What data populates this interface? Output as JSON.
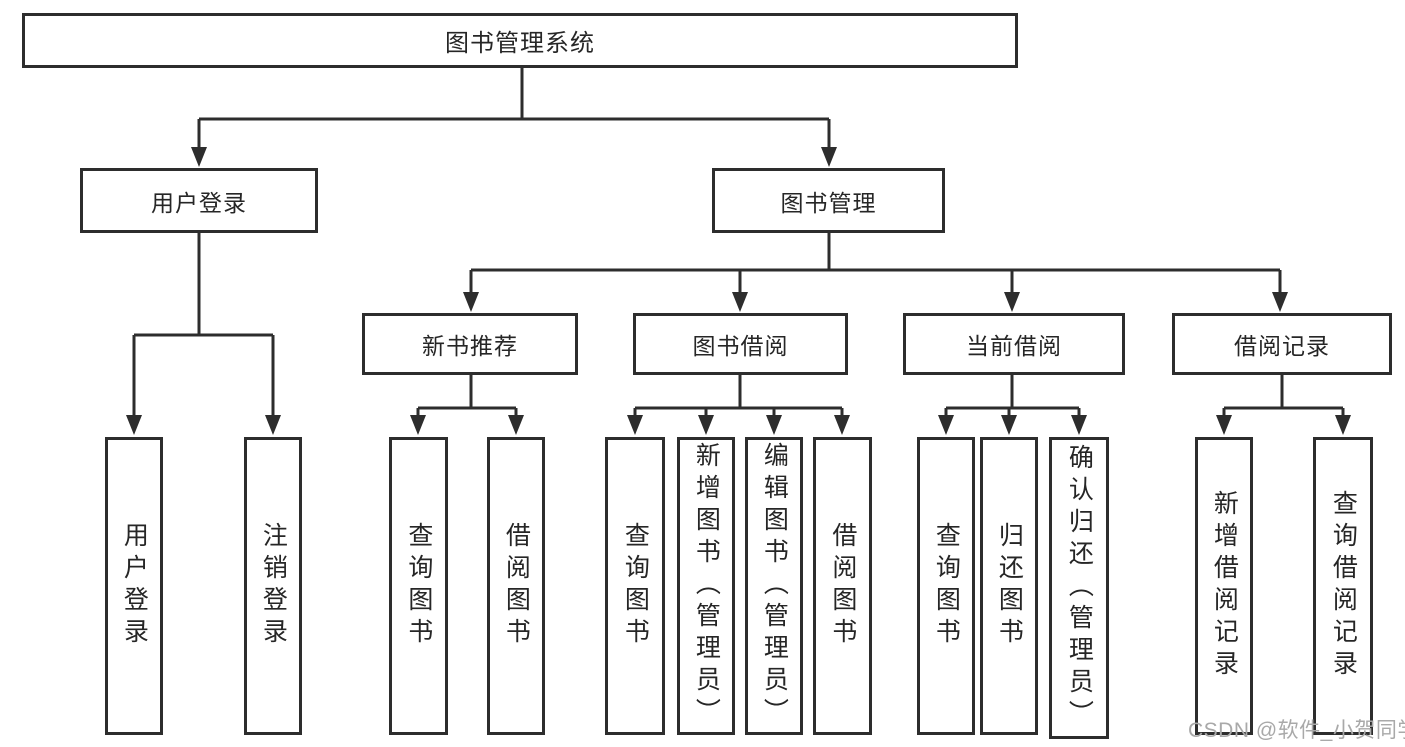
{
  "colors": {
    "line": "#2d2d2d",
    "border": "#2d2d2d",
    "text": "#262626",
    "watermark": "#a9a9a9",
    "background": "#ffffff"
  },
  "nodes": {
    "root": "图书管理系统",
    "branches": [
      {
        "label": "用户登录",
        "leaves": [
          "用户登录",
          "注销登录"
        ]
      },
      {
        "label": "图书管理",
        "groups": [
          {
            "label": "新书推荐",
            "leaves": [
              "查询图书",
              "借阅图书"
            ]
          },
          {
            "label": "图书借阅",
            "leaves": [
              "查询图书",
              "新增图书（管理员）",
              "编辑图书（管理员）",
              "借阅图书"
            ]
          },
          {
            "label": "当前借阅",
            "leaves": [
              "查询图书",
              "归还图书",
              "确认归还（管理员）"
            ]
          },
          {
            "label": "借阅记录",
            "leaves": [
              "新增借阅记录",
              "查询借阅记录"
            ]
          }
        ]
      }
    ]
  },
  "watermark": {
    "text": "CSDN @软件_小贺同学"
  }
}
